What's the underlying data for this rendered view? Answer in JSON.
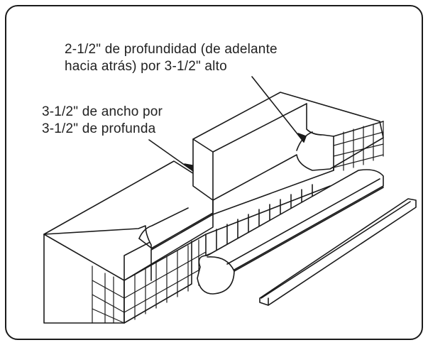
{
  "diagram": {
    "callouts": {
      "depth": {
        "line1": "2-1/2\" de profundidad (de adelante",
        "line2": "hacia atrás) por 3-1/2\" alto"
      },
      "width": {
        "line1": "3-1/2\" de ancho por",
        "line2": "3-1/2\" de profunda"
      }
    },
    "colors": {
      "stroke": "#1a1a1a",
      "fill": "#ffffff",
      "text": "#222222"
    }
  }
}
